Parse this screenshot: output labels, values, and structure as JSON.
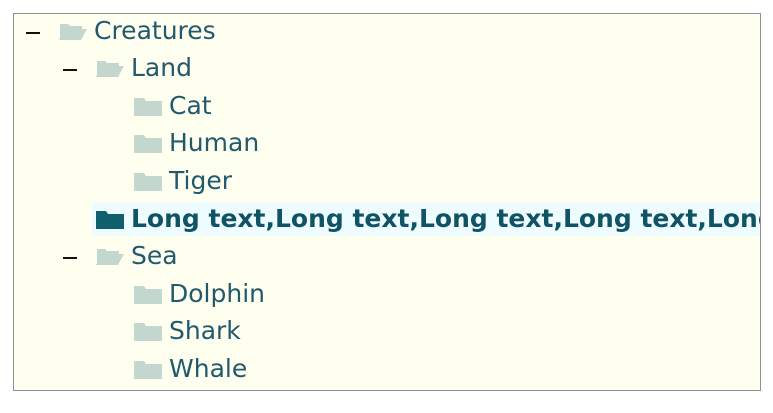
{
  "tree": {
    "root": {
      "label": "Creatures",
      "expanded": true,
      "icon": "folder-open-icon"
    },
    "land": {
      "label": "Land",
      "expanded": true,
      "icon": "folder-open-icon",
      "children": [
        {
          "label": "Cat",
          "icon": "folder-icon"
        },
        {
          "label": "Human",
          "icon": "folder-icon"
        },
        {
          "label": "Tiger",
          "icon": "folder-icon"
        }
      ]
    },
    "selected_item": {
      "label": "Long text,Long text,Long text,Long text,Long",
      "icon": "folder-icon",
      "selected": true
    },
    "sea": {
      "label": "Sea",
      "expanded": true,
      "icon": "folder-open-icon",
      "children": [
        {
          "label": "Dolphin",
          "icon": "folder-icon"
        },
        {
          "label": "Shark",
          "icon": "folder-icon"
        },
        {
          "label": "Whale",
          "icon": "folder-icon"
        }
      ]
    }
  },
  "colors": {
    "panel_background": "#fffff0",
    "text": "#22596e",
    "folder_fill": "#c4d7cf",
    "selected_folder_fill": "#0f5f6d",
    "selected_background": "#eefbff"
  }
}
